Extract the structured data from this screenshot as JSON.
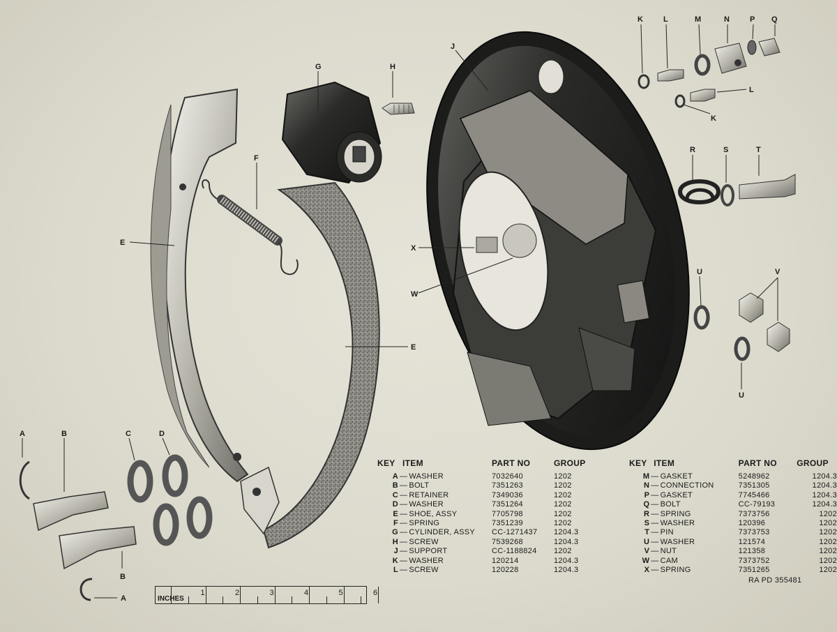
{
  "callouts": {
    "a": "A",
    "b": "B",
    "c": "C",
    "d": "D",
    "e": "E",
    "f": "F",
    "g": "G",
    "h": "H",
    "j": "J",
    "k": "K",
    "l": "L",
    "m": "M",
    "n": "N",
    "p": "P",
    "q": "Q",
    "r": "R",
    "s": "S",
    "t": "T",
    "u": "U",
    "v": "V",
    "w": "W",
    "x": "X"
  },
  "table_headers": {
    "key": "KEY",
    "item": "ITEM",
    "part_no": "PART NO",
    "group": "GROUP"
  },
  "parts_left": [
    {
      "key": "A",
      "item": "WASHER",
      "part_no": "7032640",
      "group": "1202"
    },
    {
      "key": "B",
      "item": "BOLT",
      "part_no": "7351263",
      "group": "1202"
    },
    {
      "key": "C",
      "item": "RETAINER",
      "part_no": "7349036",
      "group": "1202"
    },
    {
      "key": "D",
      "item": "WASHER",
      "part_no": "7351264",
      "group": "1202"
    },
    {
      "key": "E",
      "item": "SHOE, ASSY",
      "part_no": "7705798",
      "group": "1202"
    },
    {
      "key": "F",
      "item": "SPRING",
      "part_no": "7351239",
      "group": "1202"
    },
    {
      "key": "G",
      "item": "CYLINDER, ASSY",
      "part_no": "CC-1271437",
      "group": "1204.3"
    },
    {
      "key": "H",
      "item": "SCREW",
      "part_no": "7539268",
      "group": "1204.3"
    },
    {
      "key": "J",
      "item": "SUPPORT",
      "part_no": "CC-1188824",
      "group": "1202"
    },
    {
      "key": "K",
      "item": "WASHER",
      "part_no": "120214",
      "group": "1204.3"
    },
    {
      "key": "L",
      "item": "SCREW",
      "part_no": "120228",
      "group": "1204.3"
    }
  ],
  "parts_right": [
    {
      "key": "M",
      "item": "GASKET",
      "part_no": "5248962",
      "group": "1204.3"
    },
    {
      "key": "N",
      "item": "CONNECTION",
      "part_no": "7351305",
      "group": "1204.3"
    },
    {
      "key": "P",
      "item": "GASKET",
      "part_no": "7745466",
      "group": "1204.3"
    },
    {
      "key": "Q",
      "item": "BOLT",
      "part_no": "CC-79193",
      "group": "1204.3"
    },
    {
      "key": "R",
      "item": "SPRING",
      "part_no": "7373756",
      "group": "1202"
    },
    {
      "key": "S",
      "item": "WASHER",
      "part_no": "120396",
      "group": "1202"
    },
    {
      "key": "T",
      "item": "PIN",
      "part_no": "7373753",
      "group": "1202"
    },
    {
      "key": "U",
      "item": "WASHER",
      "part_no": "121574",
      "group": "1202"
    },
    {
      "key": "V",
      "item": "NUT",
      "part_no": "121358",
      "group": "1202"
    },
    {
      "key": "W",
      "item": "CAM",
      "part_no": "7373752",
      "group": "1202"
    },
    {
      "key": "X",
      "item": "SPRING",
      "part_no": "7351265",
      "group": "1202"
    }
  ],
  "reference_number": "RA PD  355481",
  "ruler": {
    "label": "INCHES",
    "numbers": [
      "1",
      "2",
      "3",
      "4",
      "5",
      "6"
    ]
  }
}
